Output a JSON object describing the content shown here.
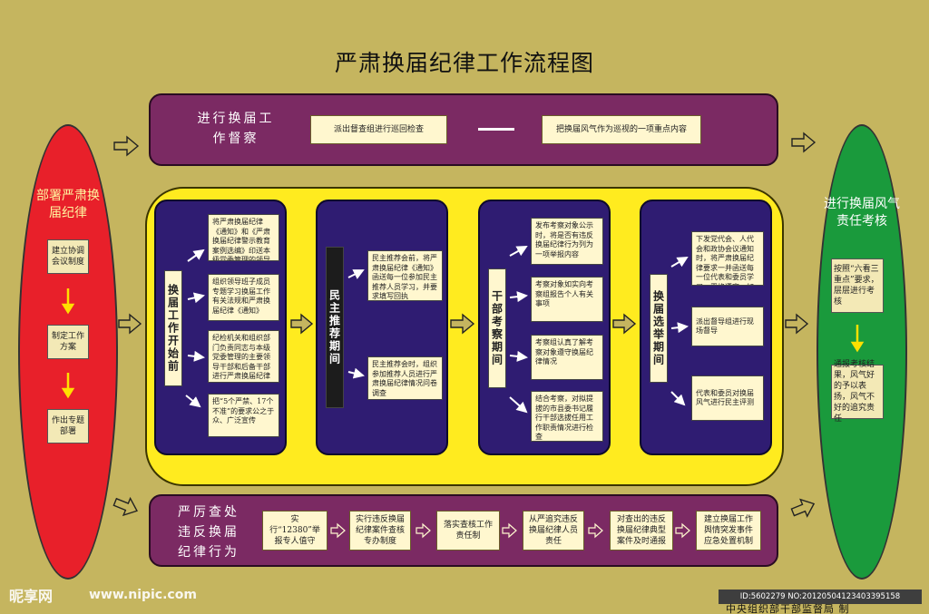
{
  "title": "严肃换届纪律工作流程图",
  "top_band": {
    "label": "进行换届工作督察",
    "box1": "派出督查组进行巡回检查",
    "box2": "把换届风气作为巡视的一项重点内容"
  },
  "left_ellipse": {
    "title": "部署严肃换届纪律",
    "steps": [
      "建立协调会议制度",
      "制定工作方案",
      "作出专题部署"
    ]
  },
  "right_ellipse": {
    "title": "进行换届风气责任考核",
    "box1": "按照“六看三重点”要求，层层进行考核",
    "box2": "通报考核结果，风气好的予以表扬，风气不好的追究责任"
  },
  "panels": [
    {
      "label": "换届工作开始前",
      "items": [
        "将严肃换届纪律《通知》和《严肃换届纪律警示教育案例选编》印送本级党委管理的领导干部学习",
        "组织领导班子成员专题学习换届工作有关法规和严肃换届纪律《通知》",
        "纪检机关和组织部门负责同志与本级党委管理的主要领导干部和后备干部进行严肃换届纪律专题谈话",
        "把“5个严禁、17个不准”的要求公之于众、广泛宣传"
      ]
    },
    {
      "label": "民主推荐期间",
      "items": [
        "民主推荐会前，将严肃换届纪律《通知》函送每一位参加民主推荐人员学习，并要求填写回执",
        "民主推荐会时，组织参加推荐人员进行严肃换届纪律情况问卷调查"
      ]
    },
    {
      "label": "干部考察期间",
      "items": [
        "发布考察对象公示时，将是否有违反换届纪律行为列为一项举报内容",
        "考察对象如实向考察组报告个人有关事项",
        "考察组认真了解考察对象遵守换届纪律情况",
        "结合考察，对拟提拔的市县委书记履行干部选拔任用工作职责情况进行检查"
      ]
    },
    {
      "label": "换届选举期间",
      "items": [
        "下发党代会、人代会和政协会议通知时，将严肃换届纪律要求一并函送每一位代表和委员学习，严格遵守，加强监督",
        "派出督导组进行现场督导",
        "代表和委员对换届风气进行民主评测"
      ]
    }
  ],
  "bottom_band": {
    "label": "严厉查处违反换届纪律行为",
    "items": [
      "实行“12380”举报专人值守",
      "实行违反换届纪律案件查核专办制度",
      "落实查核工作责任制",
      "从严追究违反换届纪律人员责任",
      "对查出的违反换届纪律典型案件及时通报",
      "建立换届工作舆情突发事件应急处置机制"
    ]
  },
  "footer": {
    "id_line": "ID:5602279 NO:20120504123403395158",
    "credit": "中央组织部干部监督局 制",
    "watermark_logo": "昵享网",
    "watermark_url": "www.nipic.com"
  },
  "colors": {
    "background": "#c5b55f",
    "band": "#7b2a63",
    "left_ellipse": "#e8202a",
    "right_ellipse": "#1a9a3c",
    "yellow_frame": "#ffeb1f",
    "panel": "#2f1c72",
    "box": "#fff7cf"
  }
}
